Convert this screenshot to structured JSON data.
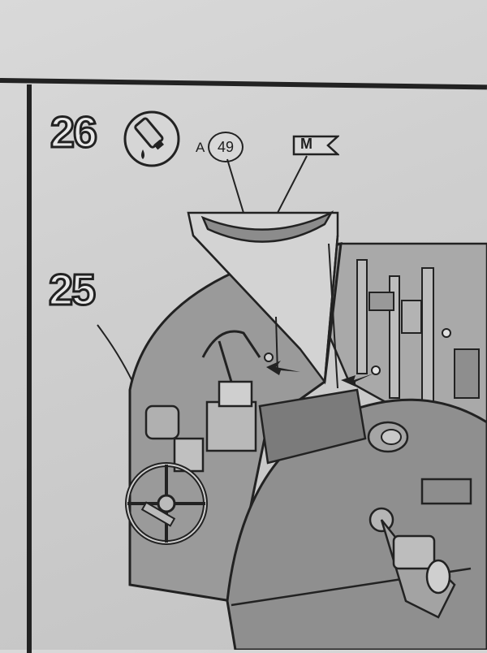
{
  "steps": {
    "step_a": "26",
    "step_b": "25"
  },
  "parts": {
    "part_letter": "A",
    "part_number": "49",
    "marking_letter": "M"
  },
  "icons": {
    "glue": "cement-tube-icon"
  },
  "colors": {
    "outline": "#222222",
    "paper": "#d3d3d3",
    "part_fill": "#8c8c8c",
    "body_fill": "#9b9b9b"
  }
}
